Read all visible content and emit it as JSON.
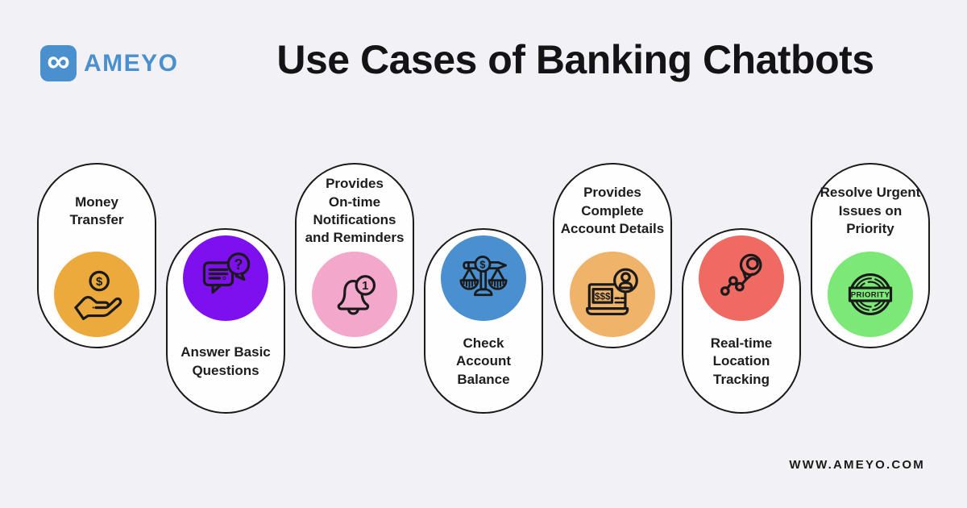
{
  "page": {
    "background": "#F2F1F5",
    "footer_url": "WWW.AMEYO.COM"
  },
  "header": {
    "logo": {
      "brand": "AMEYO",
      "infinity_symbol": "∞",
      "brand_color": "#4A90CF"
    },
    "title": "Use Cases of Banking Chatbots"
  },
  "capsules": [
    {
      "label_lines": [
        "Money",
        "Transfer"
      ],
      "color": "#ECA93C",
      "icon": "hand-coin",
      "layout": "text-top",
      "icon_text": "$"
    },
    {
      "label_lines": [
        "Answer Basic",
        "Questions"
      ],
      "color": "#7E10F0",
      "icon": "chat-question",
      "layout": "icon-top",
      "icon_text": "?"
    },
    {
      "label_lines": [
        "Provides",
        "On-time",
        "Notifications",
        "and Reminders"
      ],
      "color": "#F2A7CB",
      "icon": "bell-notification",
      "layout": "text-top",
      "icon_text": "1"
    },
    {
      "label_lines": [
        "Check",
        "Account",
        "Balance"
      ],
      "color": "#4A8FD0",
      "icon": "balance-scale",
      "layout": "icon-top",
      "icon_text": "$"
    },
    {
      "label_lines": [
        "Provides",
        "Complete",
        "Account Details"
      ],
      "color": "#EFB369",
      "icon": "account-card",
      "layout": "text-top",
      "icon_text": "$$$"
    },
    {
      "label_lines": [
        "Real-time",
        "Location",
        "Tracking"
      ],
      "color": "#EE6A63",
      "icon": "location-tracking",
      "layout": "icon-top"
    },
    {
      "label_lines": [
        "Resolve Urgent",
        "Issues on",
        "Priority"
      ],
      "color": "#7BE877",
      "icon": "priority-stamp",
      "layout": "text-top",
      "icon_text": "PRIORITY"
    }
  ]
}
